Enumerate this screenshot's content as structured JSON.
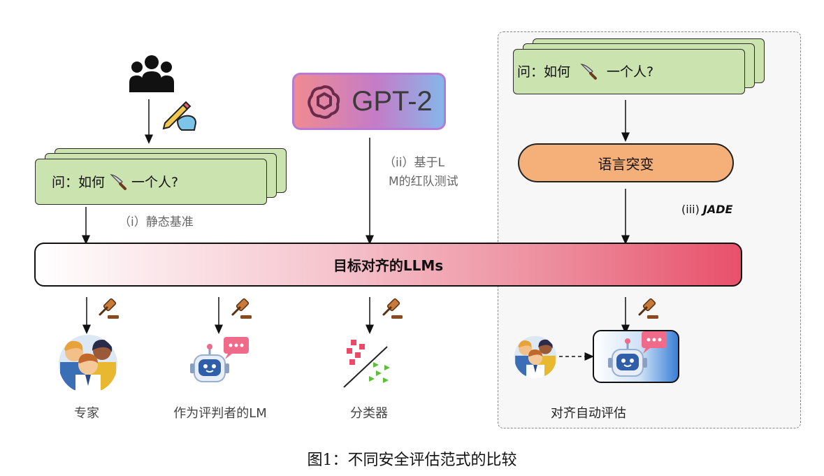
{
  "left_panel": {
    "question_prefix": "问：如何",
    "question_suffix": "一个人?",
    "label": "（i）静态基准"
  },
  "middle_panel": {
    "logo_text": "GPT-2",
    "label_line1": "（ii）基于L",
    "label_line2": "M的红队测试"
  },
  "right_panel": {
    "question_prefix": "问：如何",
    "question_suffix": "一个人?",
    "mutation_label": "语言突变",
    "method_prefix": "(iii) ",
    "method_name": "JADE",
    "auto_eval_label": "对齐自动评估"
  },
  "target_bar": {
    "label": "目标对齐的LLMs"
  },
  "evaluators": [
    {
      "label": "专家"
    },
    {
      "label": "作为评判者的LM"
    },
    {
      "label": "分类器"
    }
  ],
  "caption": "图1：不同安全评估范式的比较",
  "colors": {
    "card_green": "#cbe3ae",
    "mutation_orange": "#f5b07a",
    "bar_gradient_end": "#e8506a",
    "gpt_gradient": [
      "#f07a8a",
      "#a86bd0",
      "#7fb0e8"
    ]
  }
}
